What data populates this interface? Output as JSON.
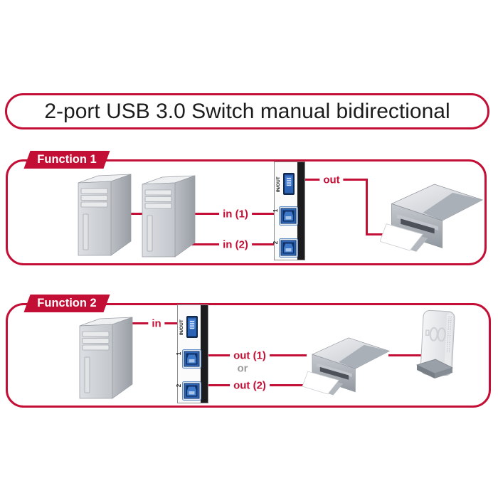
{
  "header": {
    "title": "2-port USB 3.0 Switch manual bidirectional"
  },
  "colors": {
    "accent_red": "#c30f35",
    "or_gray": "#9b9b9b",
    "port_blue": "#2d63b5"
  },
  "switch_labels": {
    "inout": "IN/OUT",
    "port1": "1",
    "port2": "2"
  },
  "function1": {
    "banner": "Function 1",
    "labels": {
      "out": "out",
      "in1": "in (1)",
      "in2": "in (2)"
    }
  },
  "function2": {
    "banner": "Function 2",
    "labels": {
      "in": "in",
      "out1": "out (1)",
      "or": "or",
      "out2": "out (2)"
    }
  }
}
